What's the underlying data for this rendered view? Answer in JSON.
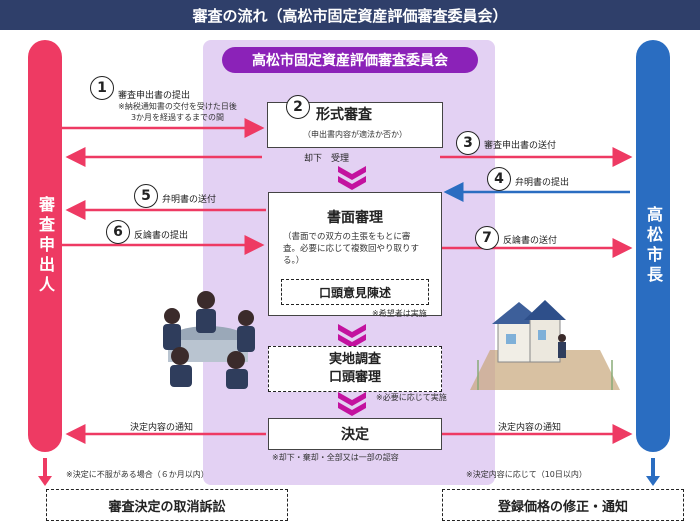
{
  "title": "審査の流れ（高松市固定資産評価審査委員会）",
  "committee": "高松市固定資産評価審査委員会",
  "left_actor": "審査申出人",
  "right_actor": "高松市長",
  "steps": {
    "s1": {
      "num": "1",
      "label": "審査申出書の提出",
      "note1": "※納税通知書の交付を受けた日後",
      "note2": "3か月を経過するまでの間"
    },
    "s2": {
      "num": "2",
      "label": "形式審査",
      "note": "（申出書内容が適法か否か）"
    },
    "s3": {
      "num": "3",
      "label": "審査申出書の送付"
    },
    "s4": {
      "num": "4",
      "label": "弁明書の提出"
    },
    "s5": {
      "num": "5",
      "label": "弁明書の送付"
    },
    "s6": {
      "num": "6",
      "label": "反論書の提出"
    },
    "s7": {
      "num": "7",
      "label": "反論書の送付"
    }
  },
  "reject_accept": "却下　受理",
  "written_review": {
    "title": "書面審理",
    "note": "（書面での双方の主張をもとに審査。必要に応じて複数回やり取りする。）"
  },
  "oral_opinion": "口頭意見陳述",
  "oral_note": "※希望者は実施",
  "onsite": {
    "line1": "実地調査",
    "line2": "口頭審理"
  },
  "onsite_note": "※必要に応じて実施",
  "decision": "決定",
  "decision_note": "※却下・棄却・全部又は一部の認容",
  "notify_left": "決定内容の通知",
  "notify_right": "決定内容の通知",
  "left_final_note": "※決定に不服がある場合（６か月以内）",
  "left_final": "審査決定の取消訴訟",
  "right_final_note": "※決定内容に応じて（10日以内）",
  "right_final": "登録価格の修正・通知",
  "colors": {
    "red": "#ee3a63",
    "blue": "#2a6dc1",
    "purple": "#8b22b8",
    "lavender": "#e3d1f3",
    "navy": "#2f3f6a"
  }
}
